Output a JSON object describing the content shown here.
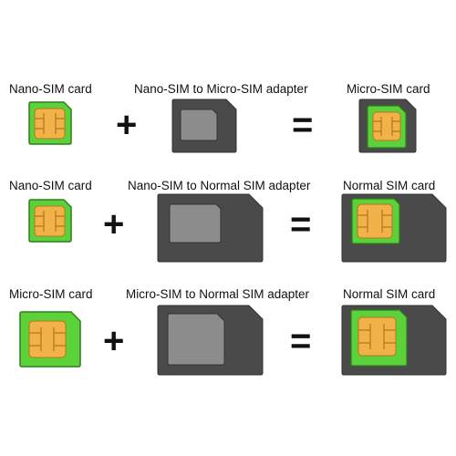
{
  "rows": [
    {
      "left_label": "Nano-SIM card",
      "adapter_label": "Nano-SIM to Micro-SIM adapter",
      "result_label": "Micro-SIM card",
      "plus": "+",
      "equals": "="
    },
    {
      "left_label": "Nano-SIM card",
      "adapter_label": "Nano-SIM to Normal SIM adapter",
      "result_label": "Normal SIM card",
      "plus": "+",
      "equals": "="
    },
    {
      "left_label": "Micro-SIM card",
      "adapter_label": "Micro-SIM to Normal SIM adapter",
      "result_label": "Normal SIM card",
      "plus": "+",
      "equals": "="
    }
  ],
  "colors": {
    "sim_green": "#5cd23a",
    "sim_green_dark": "#2f7d1d",
    "chip_gold": "#f2b24a",
    "chip_gold_dark": "#b8741c",
    "adapter_dark": "#4a4a4a",
    "adapter_slot": "#8c8c8c"
  },
  "icons": [
    "nano-sim-icon",
    "micro-sim-icon",
    "normal-sim-icon",
    "adapter-icon",
    "sim-chip-icon"
  ]
}
